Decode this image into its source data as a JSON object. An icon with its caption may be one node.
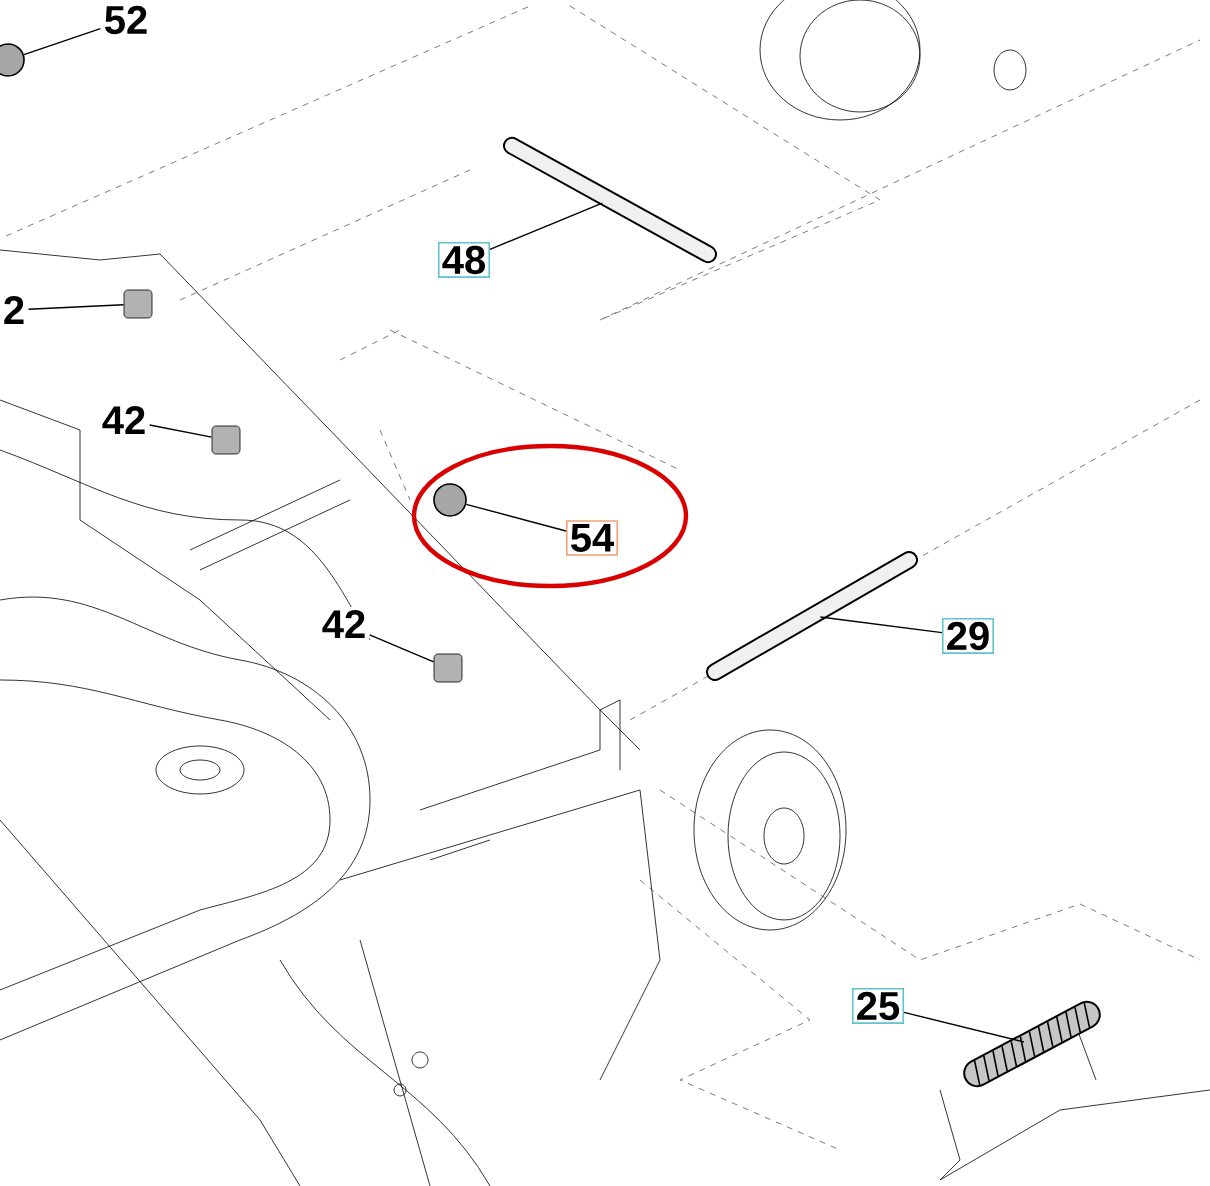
{
  "diagram": {
    "nodes": [
      {
        "text": [
          "52"
        ]
      },
      {
        "text": [],
        "shape": "circle"
      },
      {
        "text": [
          "48"
        ]
      },
      {
        "text": [],
        "shape": "bar"
      },
      {
        "text": [
          "2"
        ]
      },
      {
        "text": [],
        "shape": "box"
      },
      {
        "text": [
          "42"
        ]
      },
      {
        "text": [],
        "shape": "box"
      },
      {
        "text": [
          "54"
        ]
      },
      {
        "text": [],
        "shape": "circle"
      },
      {
        "text": [
          "42"
        ]
      },
      {
        "text": [],
        "shape": "box"
      },
      {
        "text": [
          "29"
        ]
      },
      {
        "text": [],
        "shape": "bar"
      },
      {
        "text": [
          "25"
        ]
      },
      {
        "text": [],
        "shape": "picture"
      }
    ],
    "edges": [
      {
        "from": 0,
        "to": 1,
        "arrow": "none"
      },
      {
        "from": 2,
        "to": 3,
        "arrow": "none"
      },
      {
        "from": 4,
        "to": 5,
        "arrow": "none"
      },
      {
        "from": 6,
        "to": 7,
        "arrow": "none"
      },
      {
        "from": 8,
        "to": 9,
        "arrow": "none"
      },
      {
        "from": 10,
        "to": 11,
        "arrow": "none"
      },
      {
        "from": 12,
        "to": 13,
        "arrow": "none"
      },
      {
        "from": 14,
        "to": 15,
        "arrow": "none"
      }
    ]
  }
}
